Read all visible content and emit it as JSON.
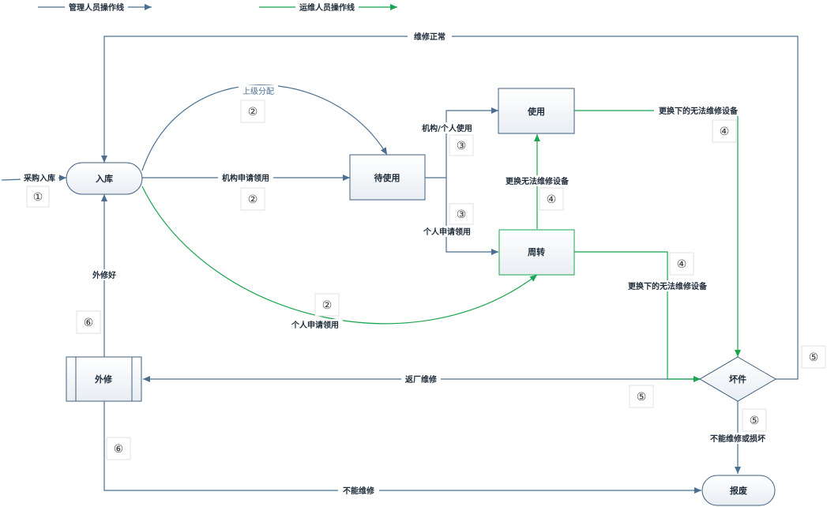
{
  "legend": {
    "manager": "管理人员操作线",
    "ops": "运维人员操作线"
  },
  "colors": {
    "manager_line": "#4a6f91",
    "ops_line": "#1aa551",
    "node_border": "#3f5f7f"
  },
  "nodes": {
    "ruku": "入库",
    "daishiyong": "待使用",
    "shiyong": "使用",
    "zhouzhuan": "周转",
    "waixiu": "外修",
    "biaojian": "坏件",
    "baofei": "报废"
  },
  "labels": {
    "purchase_in": "采购入库",
    "repair_ok": "维修正常",
    "superior_assign": "上级分配",
    "org_apply": "机构申请领用",
    "org_personal_use": "机构/个人使用",
    "replace_unrepairable": "更换无法维修设备",
    "replaced_unrepairable_top": "更换下的无法维修设备",
    "personal_apply_right": "个人申请领用",
    "replaced_unrepairable_mid": "更换下的无法维修设备",
    "personal_apply_curve": "个人申请领用",
    "repaired": "外修好",
    "return_factory": "返厂维修",
    "cannot_repair_or_damaged": "不能维修或损坏",
    "cannot_repair": "不能维修"
  },
  "badges": [
    "①",
    "②",
    "②",
    "②",
    "③",
    "③",
    "④",
    "④",
    "④",
    "⑤",
    "⑤",
    "⑤",
    "⑥",
    "⑥"
  ]
}
